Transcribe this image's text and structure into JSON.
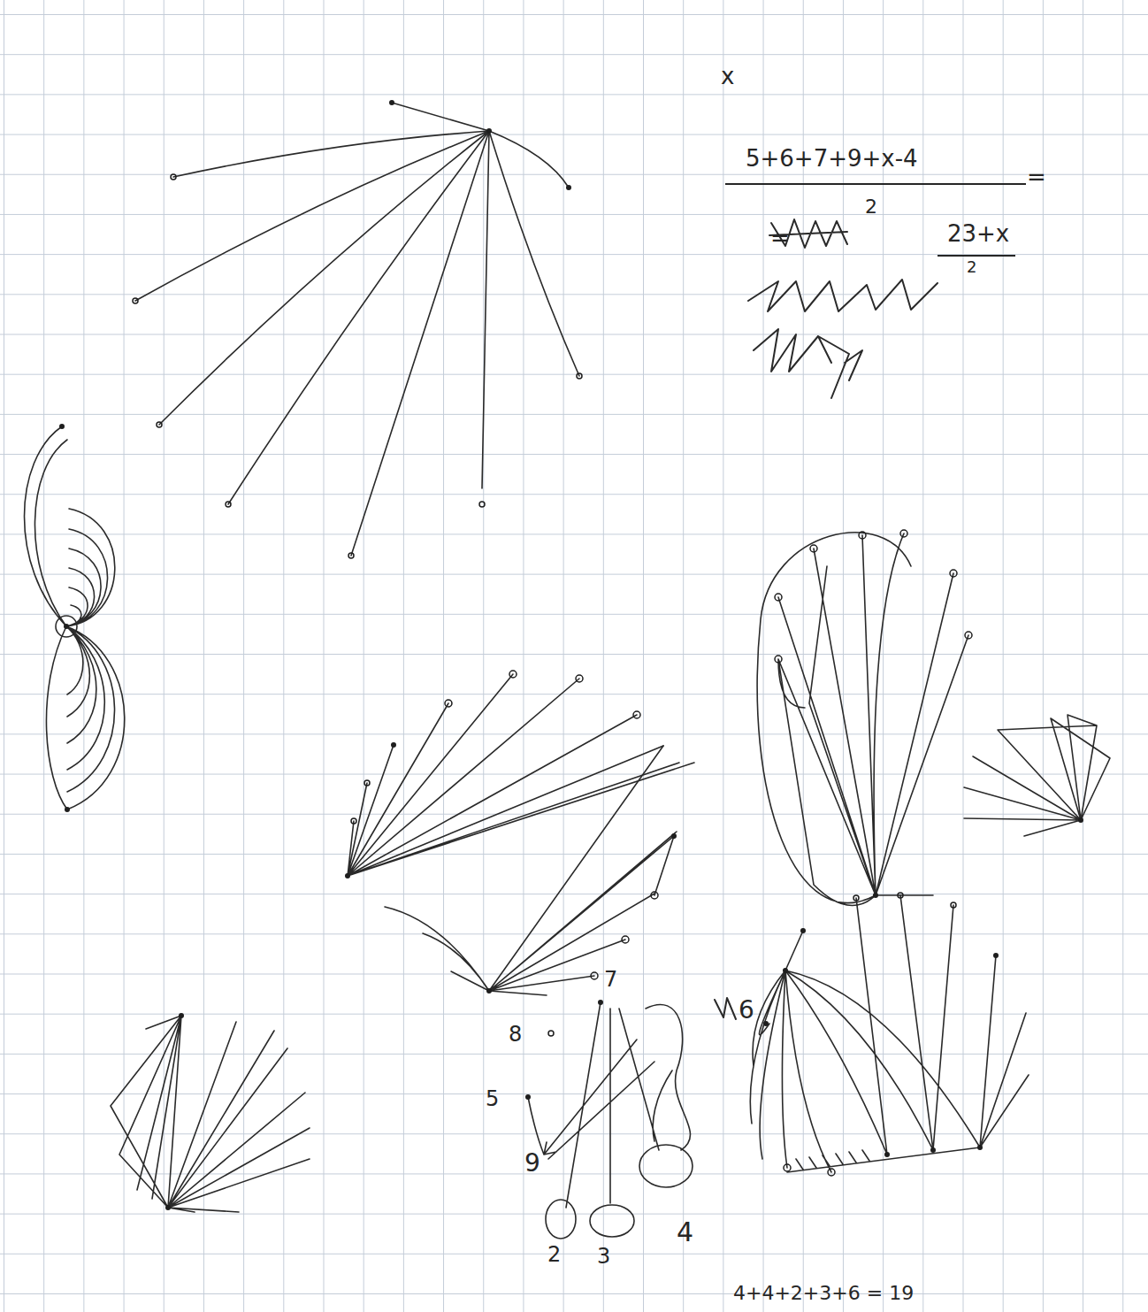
{
  "diagram": {
    "labels": [
      "x",
      "5+6+7+9+x-4",
      "=",
      "2",
      "=",
      "23+x",
      "2",
      "7",
      "8",
      "5",
      "6",
      "9",
      "2",
      "3",
      "4",
      "4+4+2+3+6 = 19"
    ]
  }
}
